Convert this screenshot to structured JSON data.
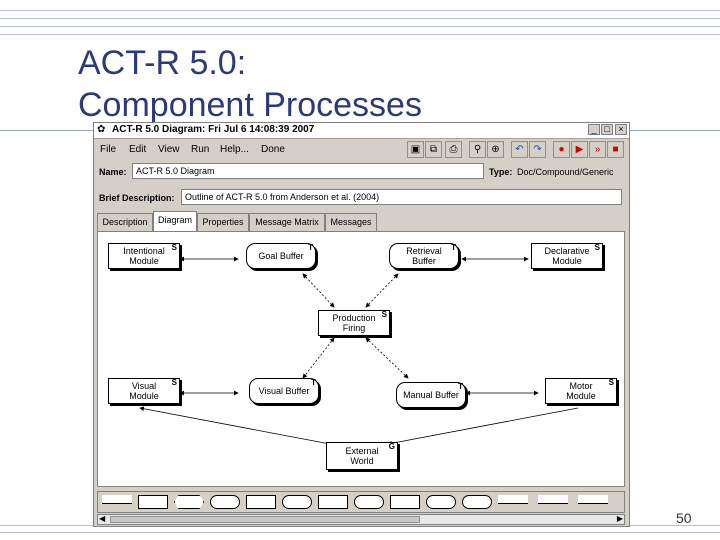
{
  "slide": {
    "title_line1": "ACT-R 5.0:",
    "title_line2": "Component Processes",
    "page_number": "50"
  },
  "window": {
    "title": "ACT-R 5.0 Diagram: Fri Jul 6 14:08:39 2007",
    "controls": [
      "_",
      "□",
      "×"
    ],
    "menu": [
      "File",
      "Edit",
      "View",
      "Run",
      "Help...",
      "Done"
    ],
    "toolbar_icons": [
      "save-icon",
      "save-all-icon",
      "print-icon",
      "find-icon",
      "zoom-icon",
      "undo-icon",
      "redo-icon",
      "record-icon",
      "run-icon",
      "fast-forward-icon",
      "stop-icon"
    ]
  },
  "form": {
    "name_label": "Name:",
    "name_value": "ACT-R 5.0 Diagram",
    "type_label": "Type:",
    "type_value": "Doc/Compound/Generic",
    "desc_label": "Brief Description:",
    "desc_value": "Outline of ACT-R 5.0 from Anderson et al. (2004)"
  },
  "tabs": [
    {
      "label": "Description",
      "active": false
    },
    {
      "label": "Diagram",
      "active": true
    },
    {
      "label": "Properties",
      "active": false
    },
    {
      "label": "Message Matrix",
      "active": false
    },
    {
      "label": "Messages",
      "active": false
    }
  ],
  "diagram": {
    "nodes": {
      "intentional": {
        "label": "Intentional Module",
        "marker": "S"
      },
      "goal": {
        "label": "Goal Buffer",
        "marker": "T"
      },
      "retrieval": {
        "label": "Retrieval Buffer",
        "marker": "T"
      },
      "declarative": {
        "label": "Declarative Module",
        "marker": "S"
      },
      "production": {
        "label": "Production Firing",
        "marker": "S"
      },
      "visual_module": {
        "label": "Visual Module",
        "marker": "S"
      },
      "visual_buffer": {
        "label": "Visual Buffer",
        "marker": "T"
      },
      "manual_buffer": {
        "label": "Manual Buffer",
        "marker": "T"
      },
      "motor": {
        "label": "Motor Module",
        "marker": "S"
      },
      "external": {
        "label": "External World",
        "marker": "G"
      }
    }
  }
}
